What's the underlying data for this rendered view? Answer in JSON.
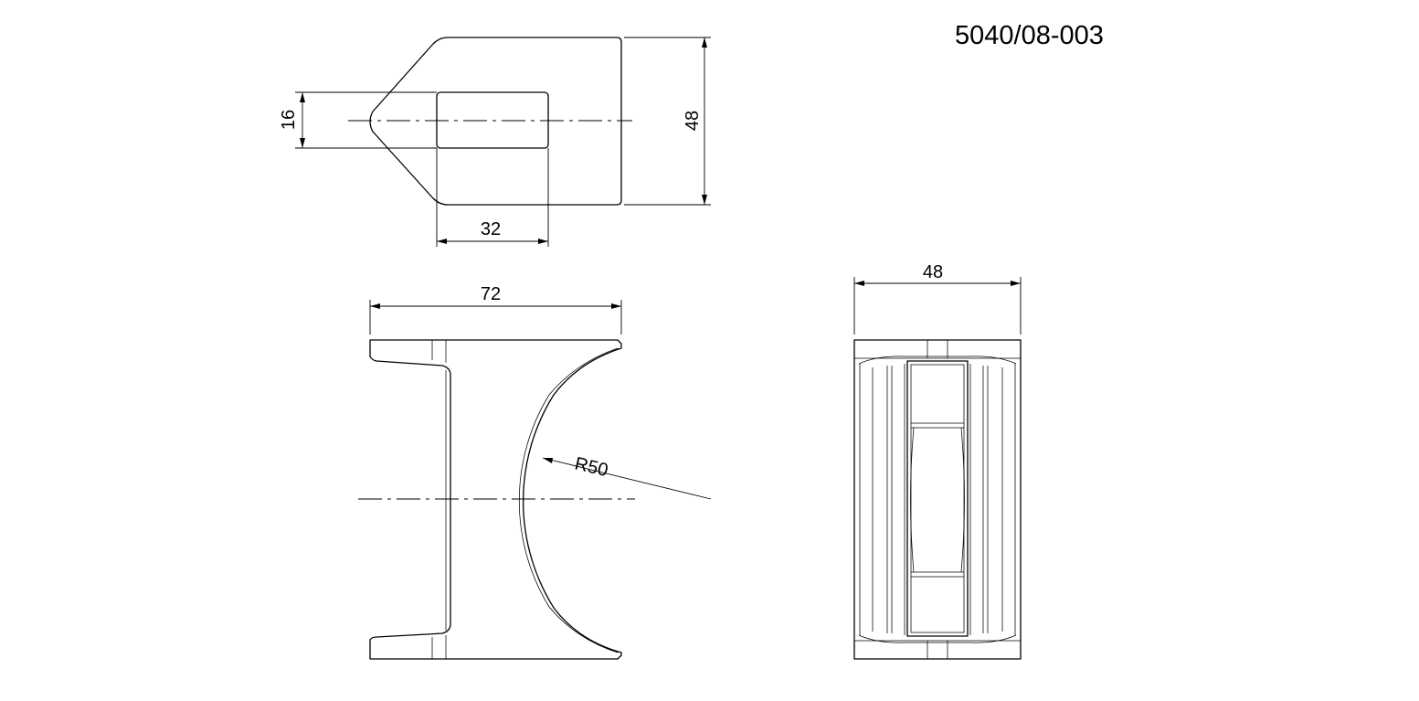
{
  "part_number": "5040/08-003",
  "dimensions": {
    "top_view_slot_height": "16",
    "top_view_height": "48",
    "top_view_slot_width": "32",
    "front_view_width": "72",
    "front_view_radius": "R50",
    "side_view_width": "48"
  }
}
